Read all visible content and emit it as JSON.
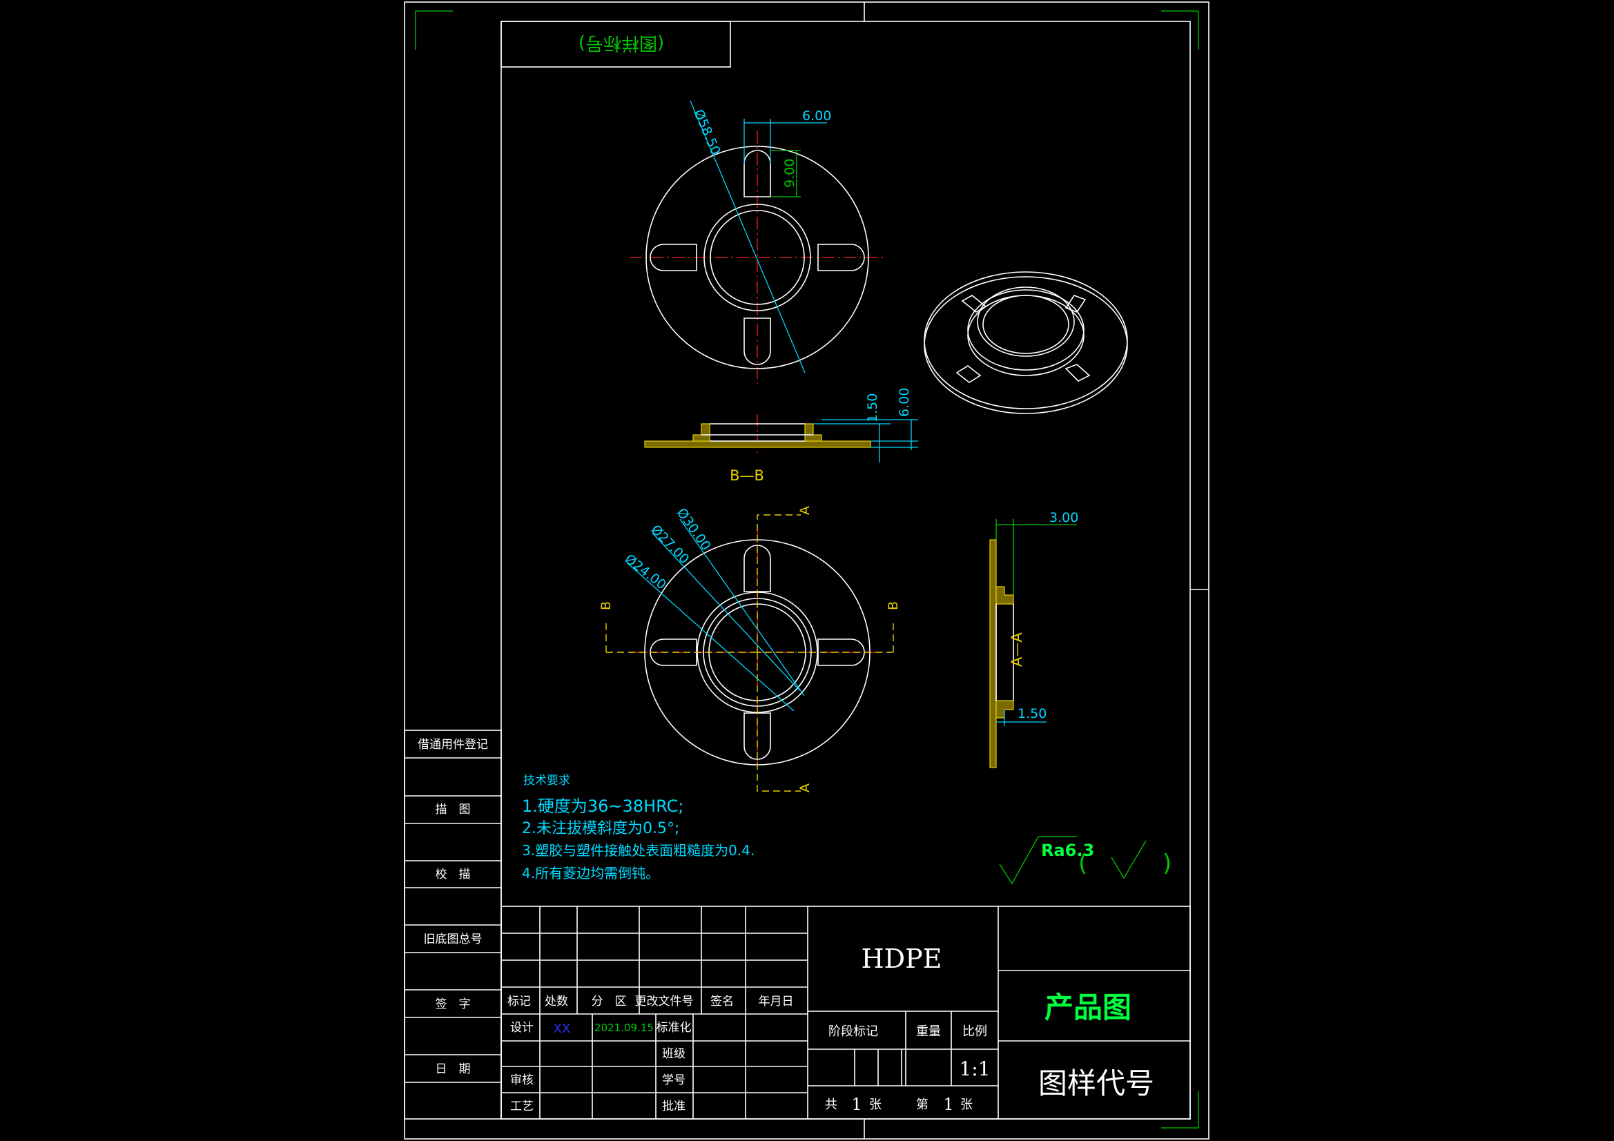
{
  "header_label": "(图样标号)",
  "side_panel": {
    "r1": "借通用件登记",
    "r2": "描　图",
    "r3": "校　描",
    "r4": "旧底图总号",
    "r5": "签　字",
    "r6": "日　期"
  },
  "dimensions": {
    "d_58_5": "Ø58.50",
    "d_6_top": "6.00",
    "d_9": "9.00",
    "d_1_5_v": "1.50",
    "d_6_v": "6.00",
    "d_30": "Ø30.00",
    "d_27": "Ø27.00",
    "d_24": "Ø24.00",
    "d_3": "3.00",
    "d_1_5_h": "1.50"
  },
  "section_labels": {
    "bb": "B—B",
    "aa": "A—A",
    "a": "A",
    "b": "B"
  },
  "tech_requirements": {
    "title": "技术要求",
    "l1": "1.硬度为36~38HRC;",
    "l2": "2.未注拔模斜度为0.5°;",
    "l3": "3.塑胶与塑件接触处表面粗糙度为0.4.",
    "l4": "4.所有菱边均需倒钝。"
  },
  "roughness": {
    "value": "Ra6.3",
    "open": "(",
    "close": ")"
  },
  "title_block": {
    "h_mark": "标记",
    "h_count": "处数",
    "h_zone": "分　区",
    "h_doc": "更改文件号",
    "h_sign": "签名",
    "h_date": "年月日",
    "design": "设计",
    "designer": "XX",
    "design_date": "2021.09.15",
    "standard": "标准化",
    "class": "班级",
    "student_no": "学号",
    "review": "审核",
    "process": "工艺",
    "approve": "批准",
    "material": "HDPE",
    "stage": "阶段标记",
    "weight": "重量",
    "scale_label": "比例",
    "scale": "1:1",
    "total": "共",
    "total_n": "1",
    "sheet_unit": "张",
    "sheet": "第",
    "sheet_n": "1",
    "sheet_unit2": "张",
    "product": "产品图",
    "drawing_no": "图样代号"
  },
  "colors": {
    "background": "#000000",
    "outline": "#ffffff",
    "center": "#ff2020",
    "dimension": "#00d8ff",
    "dimension_alt": "#00c800",
    "section": "#e8d000"
  }
}
